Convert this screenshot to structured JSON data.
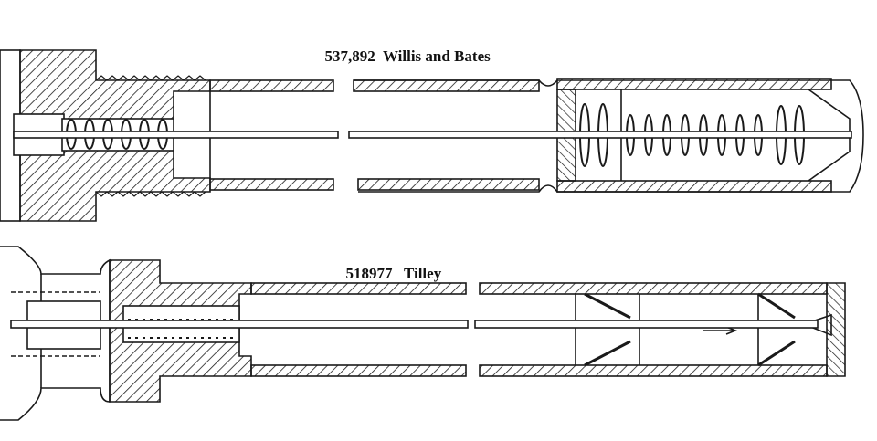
{
  "figures": [
    {
      "patent_number": "537,892",
      "inventors": "Willis and Bates"
    },
    {
      "patent_number": "518977",
      "inventors": "Tilley"
    }
  ],
  "colors": {
    "ink": "#1a1a1a",
    "paper": "#ffffff"
  }
}
